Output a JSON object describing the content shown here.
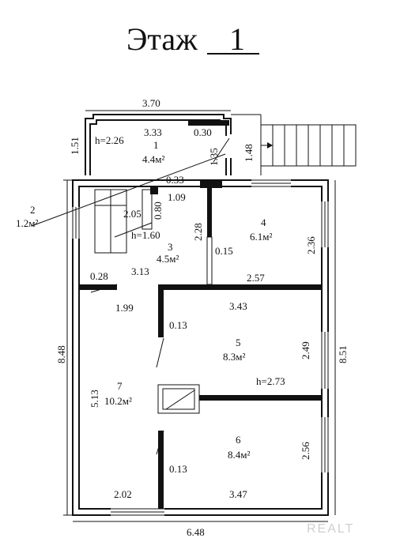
{
  "title": {
    "prefix": "Этаж",
    "number": "1"
  },
  "watermark": "REALT",
  "rooms": [
    {
      "id": "1",
      "area": "4.4м²",
      "height": "h=2.26"
    },
    {
      "id": "2",
      "area": "1.2м²"
    },
    {
      "id": "3",
      "area": "4.5м²",
      "height": "h=1.60"
    },
    {
      "id": "4",
      "area": "6.1м²"
    },
    {
      "id": "5",
      "area": "8.3м²",
      "height": "h=2.73"
    },
    {
      "id": "6",
      "area": "8.4м²"
    },
    {
      "id": "7",
      "area": "10.2м²"
    }
  ],
  "dimensions": {
    "top_3_70": "3.70",
    "r1_3_33": "3.33",
    "r1_0_30": "0.30",
    "r1_1_51": "1.51",
    "r1_1_35": "1.35",
    "r1_1_48": "1.48",
    "d_0_33": "0.33",
    "d_1_09": "1.09",
    "d_0_80": "0.80",
    "d_2_05": "2.05",
    "d_2_28": "2.28",
    "d_0_15": "0.15",
    "r4_2_36": "2.36",
    "d_2_57": "2.57",
    "d_0_28": "0.28",
    "d_3_13": "3.13",
    "d_1_99": "1.99",
    "d_3_43": "3.43",
    "d_0_13a": "0.13",
    "d_0_13b": "0.13",
    "r5_2_49": "2.49",
    "left_8_48": "8.48",
    "right_8_51": "8.51",
    "r7_5_13": "5.13",
    "r6_2_56": "2.56",
    "d_2_02": "2.02",
    "d_3_47": "3.47",
    "bottom_6_48": "6.48"
  }
}
